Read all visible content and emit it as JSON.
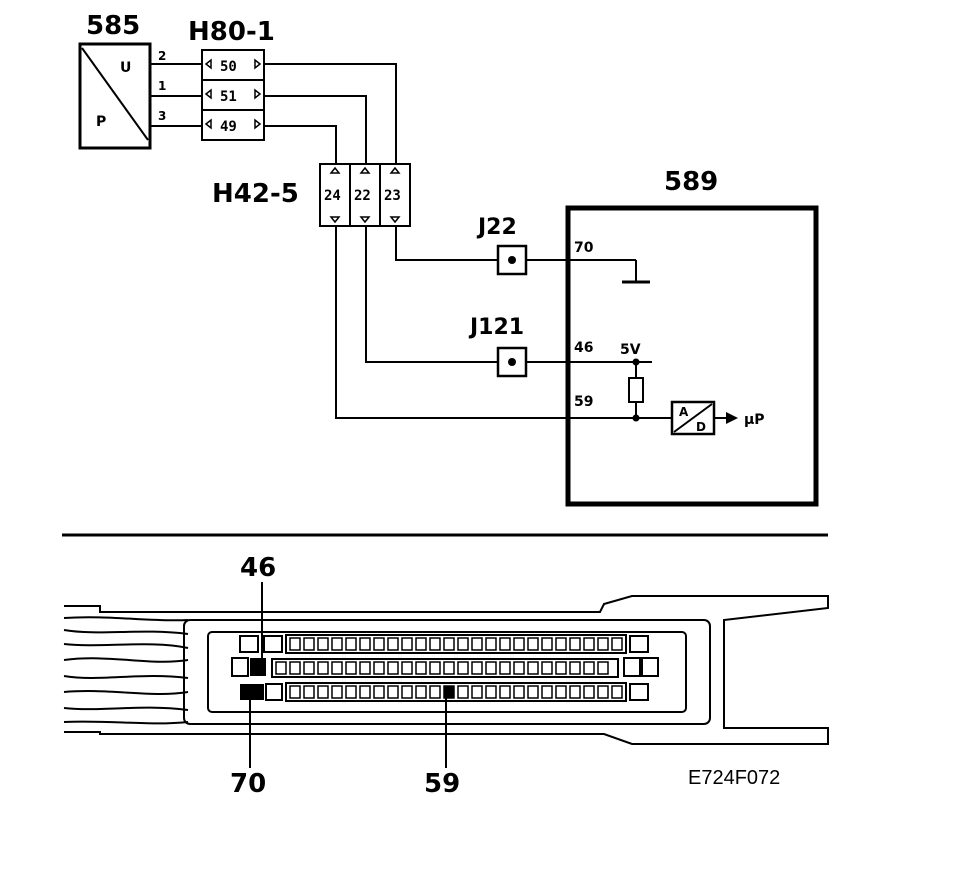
{
  "components": {
    "sensor": {
      "id": "585",
      "label_u": "U",
      "label_p": "P",
      "pins": [
        "2",
        "1",
        "3"
      ]
    },
    "connector_h80": {
      "id": "H80-1",
      "pins": [
        "50",
        "51",
        "49"
      ]
    },
    "connector_h42": {
      "id": "H42-5",
      "pins": [
        "24",
        "22",
        "23"
      ]
    },
    "ecu": {
      "id": "589",
      "pin_ground": "70",
      "pin_supply": "46",
      "pin_signal": "59",
      "supply_label": "5V",
      "ad_top": "A",
      "ad_bottom": "D",
      "micro_label": "µP"
    },
    "junction_j22": {
      "id": "J22"
    },
    "junction_j121": {
      "id": "J121"
    }
  },
  "connector_view": {
    "callouts": [
      "46",
      "70",
      "59"
    ]
  },
  "figure_code": "E724F072"
}
